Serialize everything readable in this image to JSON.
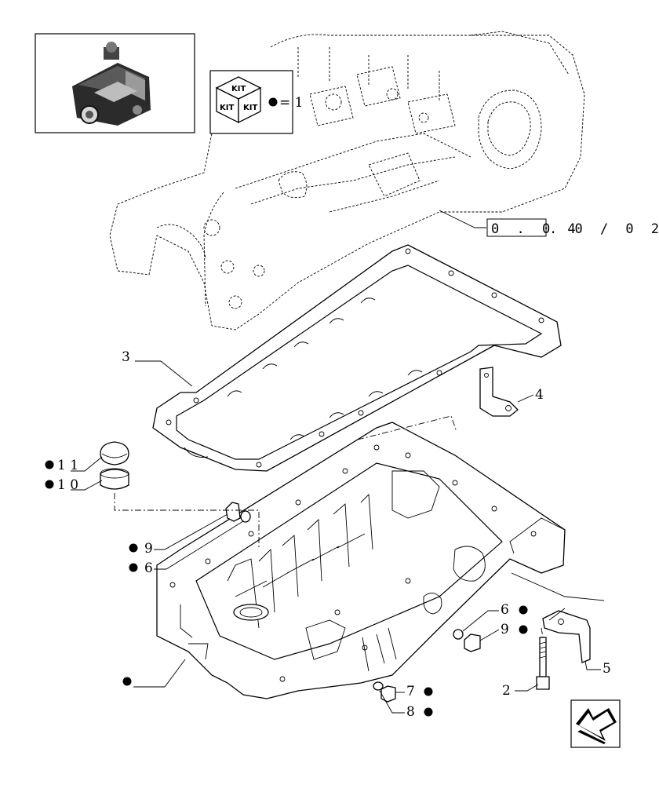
{
  "kit_box": {
    "top_label": "KIT",
    "left_label": "KIT",
    "right_label": "KIT",
    "legend": "= 1"
  },
  "reference": {
    "boxed": "0 . 0 4",
    "suffix": ". 0 / 0 2"
  },
  "callouts": [
    {
      "id": "3",
      "text": "3"
    },
    {
      "id": "4",
      "text": "4"
    },
    {
      "id": "11",
      "text": "1 1"
    },
    {
      "id": "10",
      "text": "1 0"
    },
    {
      "id": "9-left",
      "text": "9"
    },
    {
      "id": "6-left",
      "text": "6"
    },
    {
      "id": "6-right",
      "text": "6"
    },
    {
      "id": "9-right",
      "text": "9"
    },
    {
      "id": "5",
      "text": "5"
    },
    {
      "id": "2",
      "text": "2"
    },
    {
      "id": "7",
      "text": "7"
    },
    {
      "id": "8",
      "text": "8"
    }
  ],
  "nav": {
    "icon": "arrow-back-icon"
  }
}
